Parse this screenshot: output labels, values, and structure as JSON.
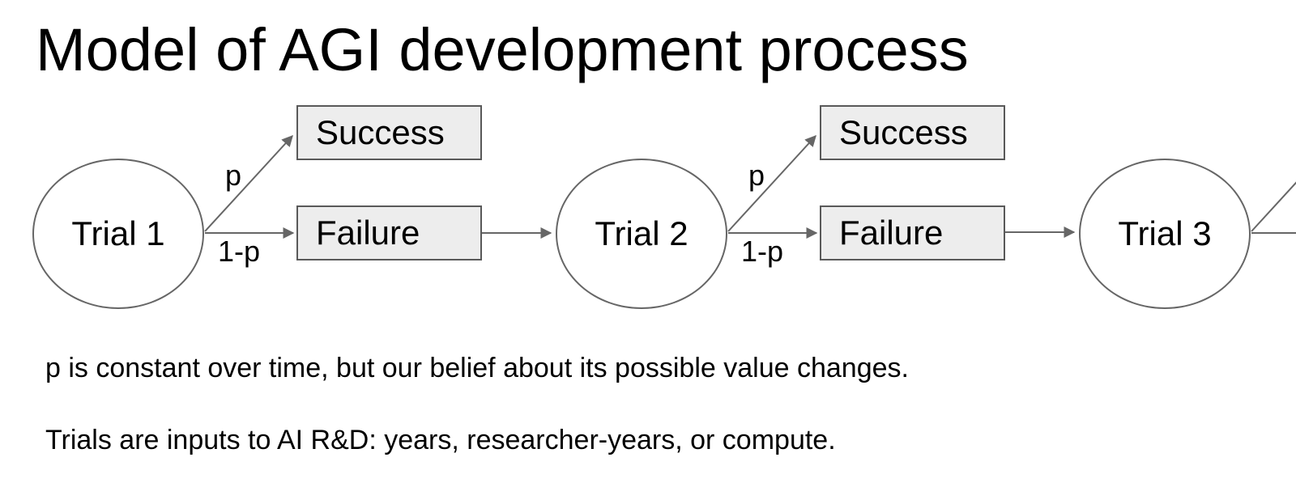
{
  "title": "Model of AGI development process",
  "diagram": {
    "clusters": [
      {
        "trial": "Trial 1",
        "success": "Success",
        "failure": "Failure",
        "prob_success": "p",
        "prob_failure": "1-p"
      },
      {
        "trial": "Trial 2",
        "success": "Success",
        "failure": "Failure",
        "prob_success": "p",
        "prob_failure": "1-p"
      },
      {
        "trial": "Trial 3"
      }
    ]
  },
  "notes": {
    "line1": "p is constant over time, but our belief about its possible value changes.",
    "line2": "Trials are inputs to AI R&D: years, researcher-years, or compute."
  },
  "colors": {
    "background": "#ffffff",
    "box_fill": "#ededed",
    "box_border": "#595959",
    "circle_border": "#666666",
    "arrow": "#666666",
    "text": "#000000"
  }
}
